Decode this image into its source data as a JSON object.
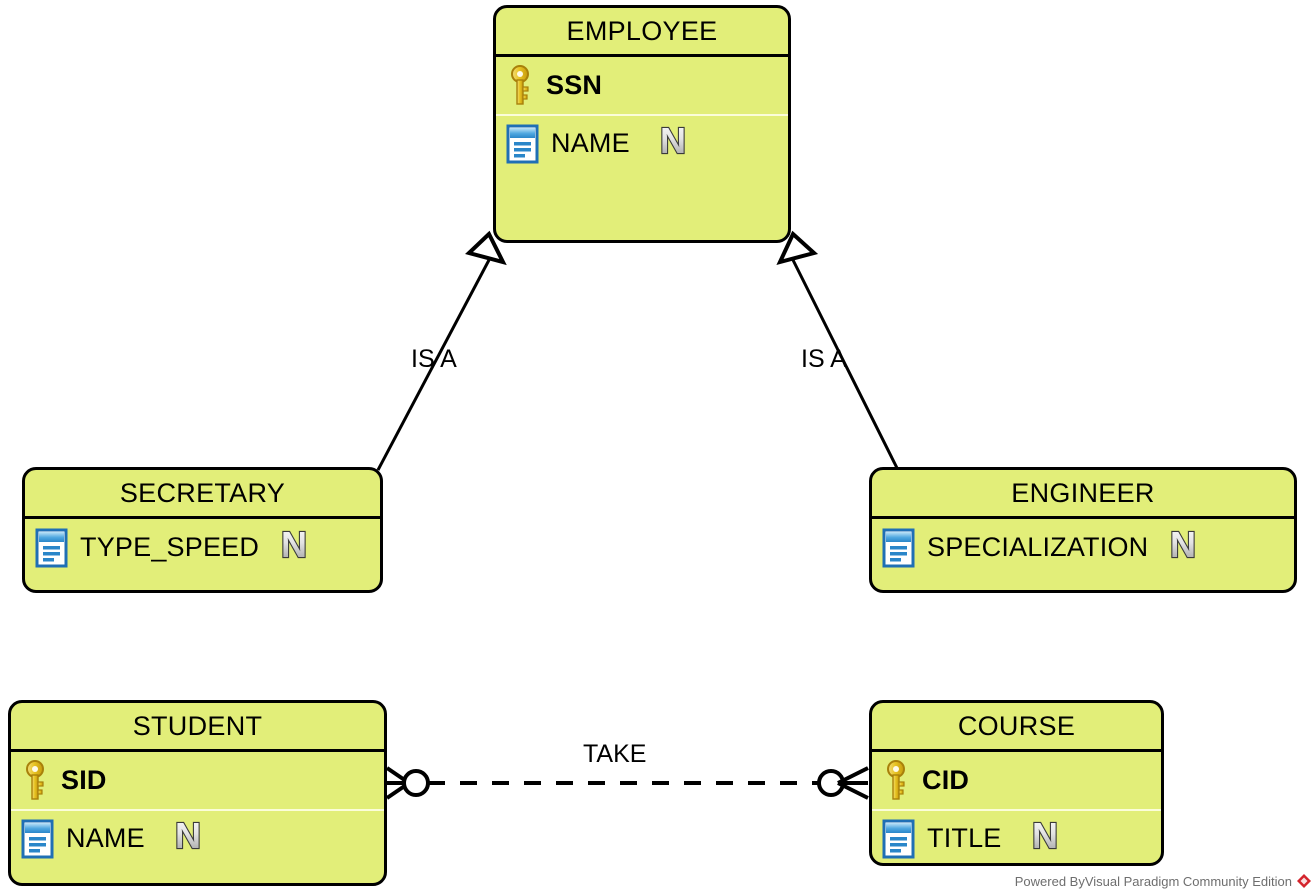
{
  "diagram": {
    "type": "entity-relationship-diagram",
    "notation": "crows-foot",
    "background_color": "#ffffff",
    "entity_fill_color": "#e2ee79",
    "entity_border_color": "#000000",
    "key_icon_color": "#e8c423",
    "column_icon_color": "#1f6fb5"
  },
  "entities": [
    {
      "id": "employee",
      "name": "EMPLOYEE",
      "attributes": [
        {
          "name": "SSN",
          "icon": "key-icon",
          "primary_key": true,
          "nullable_flag": ""
        },
        {
          "name": "NAME",
          "icon": "column-icon",
          "primary_key": false,
          "nullable_flag": "N"
        }
      ]
    },
    {
      "id": "secretary",
      "name": "SECRETARY",
      "attributes": [
        {
          "name": "TYPE_SPEED",
          "icon": "column-icon",
          "primary_key": false,
          "nullable_flag": "N"
        }
      ]
    },
    {
      "id": "engineer",
      "name": "ENGINEER",
      "attributes": [
        {
          "name": "SPECIALIZATION",
          "icon": "column-icon",
          "primary_key": false,
          "nullable_flag": "N"
        }
      ]
    },
    {
      "id": "student",
      "name": "STUDENT",
      "attributes": [
        {
          "name": "SID",
          "icon": "key-icon",
          "primary_key": true,
          "nullable_flag": ""
        },
        {
          "name": "NAME",
          "icon": "column-icon",
          "primary_key": false,
          "nullable_flag": "N"
        }
      ]
    },
    {
      "id": "course",
      "name": "COURSE",
      "attributes": [
        {
          "name": "CID",
          "icon": "key-icon",
          "primary_key": true,
          "nullable_flag": ""
        },
        {
          "name": "TITLE",
          "icon": "column-icon",
          "primary_key": false,
          "nullable_flag": "N"
        }
      ]
    }
  ],
  "relationships": [
    {
      "id": "secretary-isa-employee",
      "label": "IS A",
      "from": "secretary",
      "to": "employee",
      "line_style": "solid",
      "arrow": "hollow-triangle"
    },
    {
      "id": "engineer-isa-employee",
      "label": "IS A",
      "from": "engineer",
      "to": "employee",
      "line_style": "solid",
      "arrow": "hollow-triangle"
    },
    {
      "id": "student-take-course",
      "label": "TAKE",
      "from": "student",
      "to": "course",
      "line_style": "dashed",
      "arrow": "crows-foot-optional",
      "cardinality": "many-to-many"
    }
  ],
  "watermark": {
    "text": "Powered ByVisual Paradigm Community Edition",
    "logo_color": "#d4242c"
  }
}
